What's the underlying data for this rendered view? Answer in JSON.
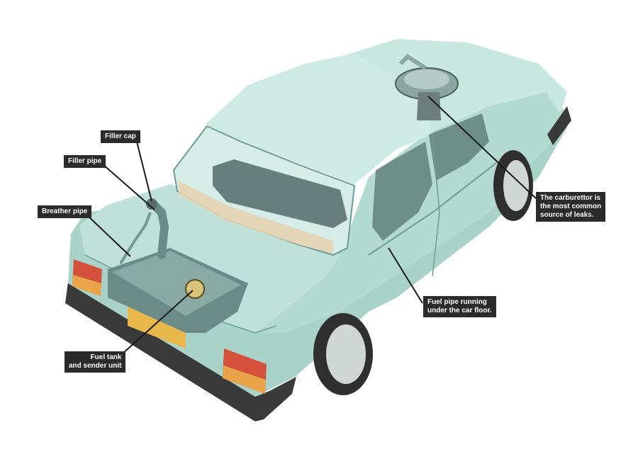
{
  "diagram": {
    "colors": {
      "body": "#bfe1d9",
      "body_shadow": "#8fbdb2",
      "body_dark": "#6f9c92",
      "glass": "#d6ece6",
      "interior": "#3f5c58",
      "bumper": "#3a3a3a",
      "tank": "#6b8c86",
      "tail_light_red": "#d4513b",
      "tail_light_amber": "#e9a44a",
      "plate": "#e8b84a",
      "tire": "#2f2f2f",
      "wheel": "#cfd6d3",
      "callout_bg": "#2b2b2b",
      "callout_text": "#ffffff",
      "leader": "#1a1a1a"
    },
    "labels": {
      "filler_cap": "Filler cap",
      "filler_pipe": "Filler pipe",
      "breather_pipe": "Breather pipe",
      "fuel_tank": "Fuel tank\nand sender unit",
      "fuel_pipe": "Fuel pipe running\nunder the car floor.",
      "carburettor": "The carburettor is\nthe most common\nsource of leaks."
    }
  }
}
